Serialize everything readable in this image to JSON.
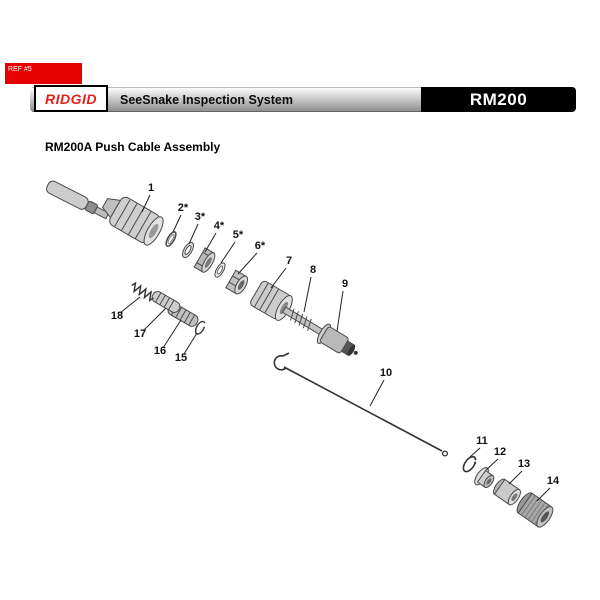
{
  "page": {
    "ref_tag": "REF #5",
    "brand": "RIDGID",
    "header_subtitle": "SeeSnake Inspection System",
    "model": "RM200",
    "section_title": "RM200A Push Cable Assembly"
  },
  "colors": {
    "brand_red": "#e2231a",
    "tag_red": "#e60000",
    "header_black": "#000000",
    "header_gray_top": "#fdfdfd",
    "header_gray_bottom": "#8f8f8f"
  },
  "diagram": {
    "description": "Exploded view of push cable assembly with numbered callouts",
    "callouts": [
      "1",
      "2*",
      "3*",
      "4*",
      "5*",
      "6*",
      "7",
      "8",
      "9",
      "10",
      "11",
      "12",
      "13",
      "14",
      "15",
      "16",
      "17",
      "18"
    ]
  }
}
